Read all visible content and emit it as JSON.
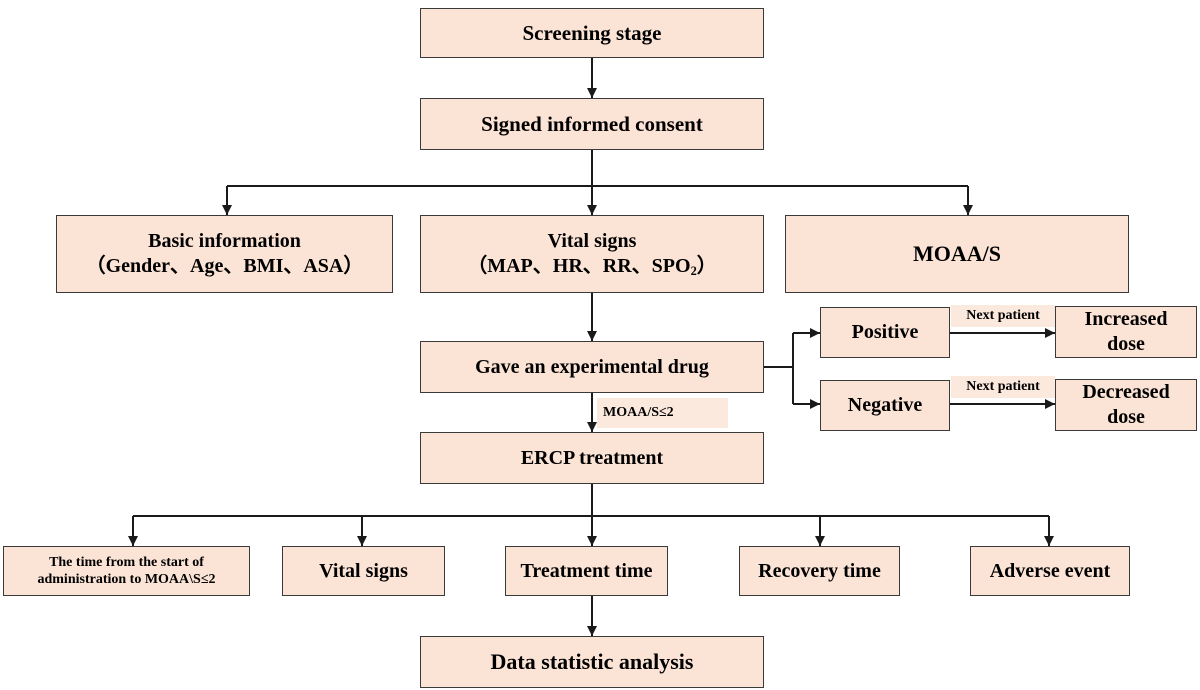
{
  "diagram": {
    "screening": "Screening stage",
    "consent": "Signed informed consent",
    "basic_info": {
      "title": "Basic information",
      "detail": "（Gender、Age、BMI、ASA）"
    },
    "vital_signs": {
      "title": "Vital signs",
      "detail_main": "（MAP、HR、RR、SPO",
      "detail_sub": "2",
      "detail_close": "）"
    },
    "moaas": "MOAA/S",
    "drug": "Gave an experimental drug",
    "moaas_condition": "MOAA/S≤2",
    "ercp": "ERCP treatment",
    "positive": "Positive",
    "negative": "Negative",
    "next_patient_positive": "Next patient",
    "next_patient_negative": "Next patient",
    "increased_dose": "Increased dose",
    "decreased_dose": "Decreased dose",
    "outcomes": [
      "The time from the start of administration to MOAA\\S≤2",
      "Vital signs",
      "Treatment time",
      "Recovery time",
      "Adverse event"
    ],
    "analysis": "Data statistic analysis"
  },
  "colors": {
    "box_fill": "#fbe3d5",
    "label_fill": "#fce9de",
    "border": "#3a3a3a",
    "text": "#000000",
    "arrow": "#1a1a1a"
  }
}
